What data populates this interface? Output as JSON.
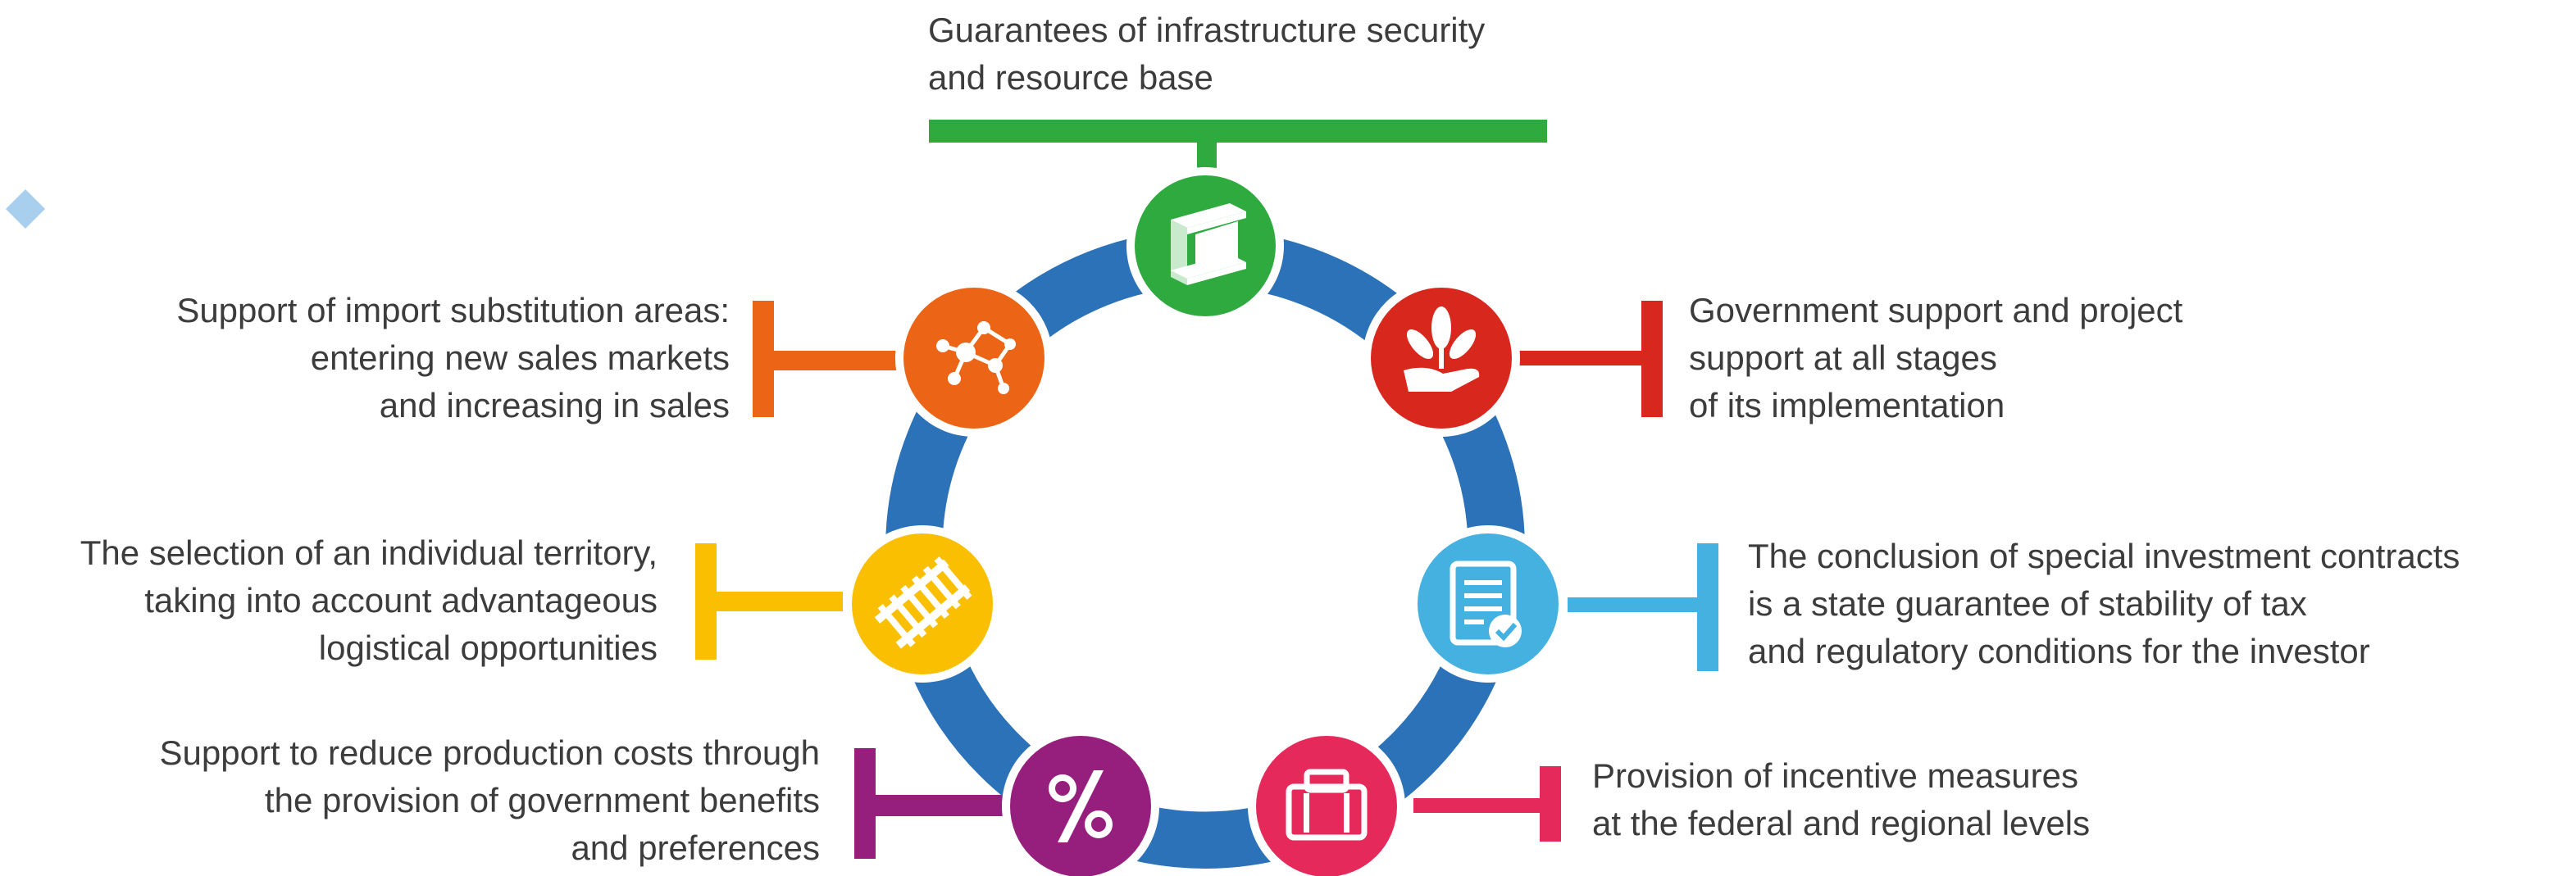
{
  "colors": {
    "ring": "#2b72b9",
    "green": "#2eaa3e",
    "red": "#d8281e",
    "light_blue": "#45b1e0",
    "pink": "#e52a5b",
    "purple": "#961f7d",
    "yellow": "#f9bf00",
    "orange": "#ec6516",
    "diamond": "#a9cfee"
  },
  "nodes": [
    {
      "id": "infrastructure",
      "icon": "steel-beam-icon",
      "color": "green",
      "lines": [
        "Guarantees of infrastructure security",
        "and resource base"
      ]
    },
    {
      "id": "government-support",
      "icon": "hand-plant-icon",
      "color": "red",
      "lines": [
        "Government support and project",
        "support at all stages",
        "of its implementation"
      ]
    },
    {
      "id": "investment-contracts",
      "icon": "document-check-icon",
      "color": "light_blue",
      "lines": [
        "The conclusion of special investment contracts",
        "is a state guarantee of stability of tax",
        "and regulatory conditions for the investor"
      ]
    },
    {
      "id": "incentive-measures",
      "icon": "briefcase-icon",
      "color": "pink",
      "lines": [
        "Provision of incentive measures",
        "at the federal and regional levels"
      ]
    },
    {
      "id": "production-costs",
      "icon": "percent-icon",
      "color": "purple",
      "lines": [
        "Support to reduce production costs through",
        "the provision of government benefits",
        "and preferences"
      ]
    },
    {
      "id": "territory-selection",
      "icon": "railway-icon",
      "color": "yellow",
      "lines": [
        "The selection of an individual territory,",
        "taking into account advantageous",
        "logistical opportunities"
      ]
    },
    {
      "id": "import-substitution",
      "icon": "network-icon",
      "color": "orange",
      "lines": [
        "Support of import substitution areas:",
        "entering new sales markets",
        "and increasing in sales"
      ]
    }
  ]
}
